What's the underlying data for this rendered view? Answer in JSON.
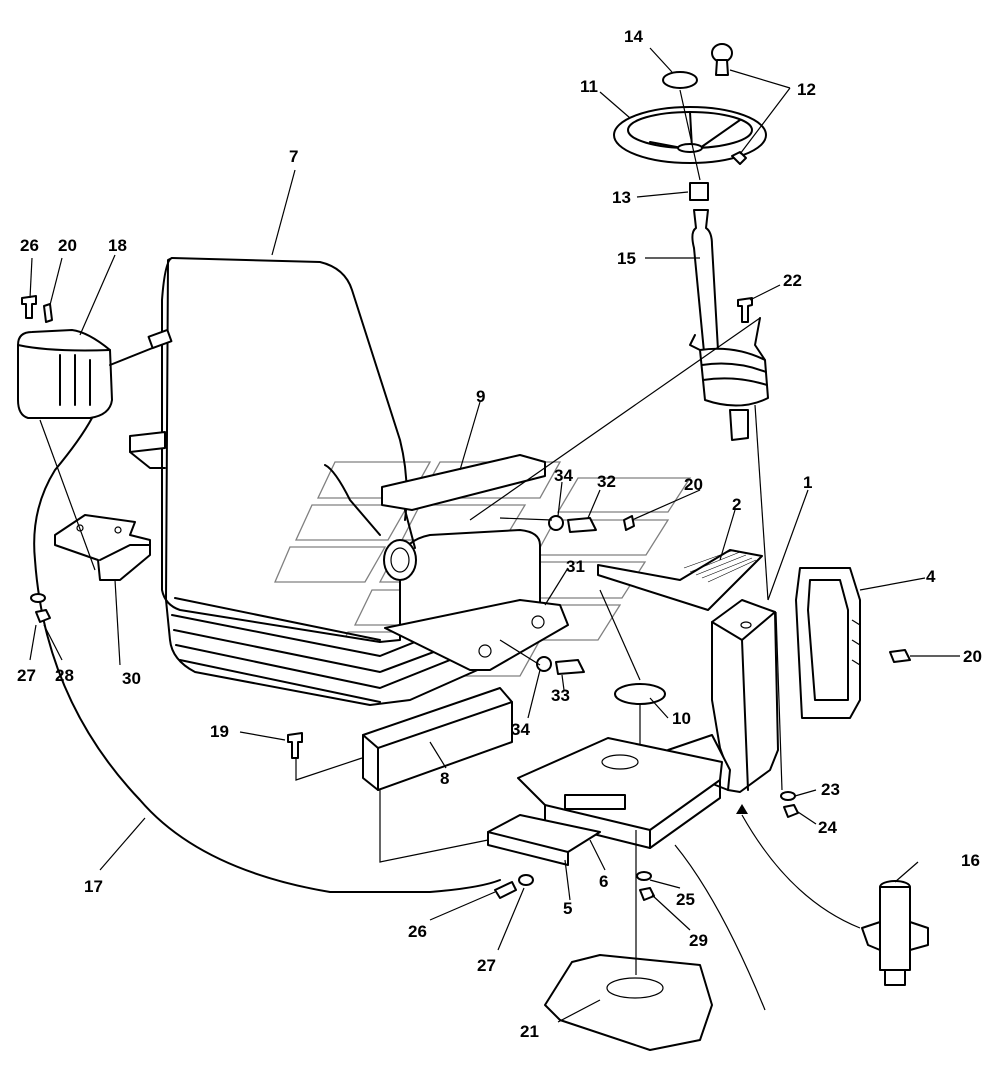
{
  "diagram": {
    "callouts": [
      {
        "id": "c1",
        "label": "1"
      },
      {
        "id": "c2",
        "label": "2"
      },
      {
        "id": "c4",
        "label": "4"
      },
      {
        "id": "c5",
        "label": "5"
      },
      {
        "id": "c6",
        "label": "6"
      },
      {
        "id": "c7",
        "label": "7"
      },
      {
        "id": "c8",
        "label": "8"
      },
      {
        "id": "c9",
        "label": "9"
      },
      {
        "id": "c10",
        "label": "10"
      },
      {
        "id": "c11",
        "label": "11"
      },
      {
        "id": "c12",
        "label": "12"
      },
      {
        "id": "c13",
        "label": "13"
      },
      {
        "id": "c14",
        "label": "14"
      },
      {
        "id": "c15",
        "label": "15"
      },
      {
        "id": "c16",
        "label": "16"
      },
      {
        "id": "c17",
        "label": "17"
      },
      {
        "id": "c18",
        "label": "18"
      },
      {
        "id": "c19",
        "label": "19"
      },
      {
        "id": "c20a",
        "label": "20"
      },
      {
        "id": "c20b",
        "label": "20"
      },
      {
        "id": "c20c",
        "label": "20"
      },
      {
        "id": "c21",
        "label": "21"
      },
      {
        "id": "c22",
        "label": "22"
      },
      {
        "id": "c23",
        "label": "23"
      },
      {
        "id": "c24",
        "label": "24"
      },
      {
        "id": "c25",
        "label": "25"
      },
      {
        "id": "c26a",
        "label": "26"
      },
      {
        "id": "c26b",
        "label": "26"
      },
      {
        "id": "c27a",
        "label": "27"
      },
      {
        "id": "c27b",
        "label": "27"
      },
      {
        "id": "c28",
        "label": "28"
      },
      {
        "id": "c29",
        "label": "29"
      },
      {
        "id": "c30",
        "label": "30"
      },
      {
        "id": "c31",
        "label": "31"
      },
      {
        "id": "c32",
        "label": "32"
      },
      {
        "id": "c33",
        "label": "33"
      },
      {
        "id": "c34a",
        "label": "34"
      },
      {
        "id": "c34b",
        "label": "34"
      }
    ]
  }
}
